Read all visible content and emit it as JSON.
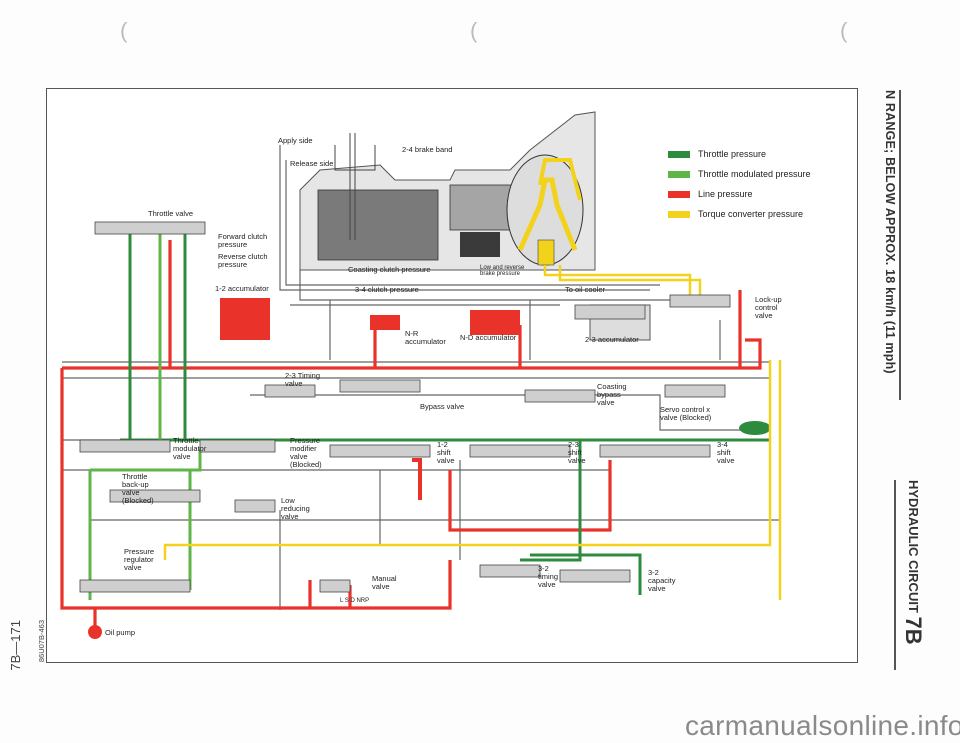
{
  "page": {
    "side_title": "N RANGE; BELOW APPROX. 18 km/h (11 mph)",
    "chapter_title": "HYDRAULIC CIRCUIT",
    "chapter_code": "7B",
    "page_number": "7B—171",
    "figure_id": "86U07B-463",
    "watermark": "carmanualsonline.info"
  },
  "legend": [
    {
      "label": "Throttle pressure",
      "color": "#2e8b3e"
    },
    {
      "label": "Throttle modulated pressure",
      "color": "#5fb548"
    },
    {
      "label": "Line pressure",
      "color": "#e8322a"
    },
    {
      "label": "Torque converter pressure",
      "color": "#f2d21b"
    }
  ],
  "colors": {
    "throttle": "#2e8b3e",
    "throttle_modulated": "#5fb548",
    "line": "#e8322a",
    "converter": "#f2d21b",
    "passage": "#666666",
    "housing": "#9a9a9a"
  },
  "labels": {
    "apply_side": "Apply side",
    "release_side": "Release side",
    "brake_band": "2-4 brake band",
    "throttle_valve": "Throttle valve",
    "forward_clutch": "Forward clutch\npressure",
    "reverse_clutch": "Reverse clutch\npressure",
    "accum_12": "1-2 accumulator",
    "coasting_clutch": "Coasting clutch pressure",
    "low_reverse": "Low and reverse\nbrake pressure",
    "clutch_34": "3-4 clutch pressure",
    "to_oil_cooler": "To oil cooler",
    "nr_accum": "N-R\naccumulator",
    "nd_accum": "N-D accumulator",
    "accum_23": "2-3 accumulator",
    "lockup": "Lock-up\ncontrol\nvalve",
    "timing_23": "2-3 Timing\nvalve",
    "bypass": "Bypass valve",
    "coasting_bypass": "Coasting\nbypass\nvalve",
    "servo_control": "Servo control x\nvalve (Blocked)",
    "throttle_mod": "Throttle\nmodulator\nvalve",
    "pressure_mod": "Pressure\nmodifier\nvalve\n(Blocked)",
    "shift_12": "1-2\nshift\nvalve",
    "shift_23": "2-3\nshift\nvalve",
    "shift_34": "3-4\nshift\nvalve",
    "throttle_backup": "Throttle\nback-up\nvalve\n(Blocked)",
    "low_reducing": "Low\nreducing\nvalve",
    "pressure_reg": "Pressure\nregulator\nvalve",
    "manual_valve": "Manual\nvalve",
    "manual_positions": "L S D  NRP",
    "timing_32": "3-2\ntiming\nvalve",
    "capacity_32": "3-2\ncapacity\nvalve",
    "oil_pump": "Oil pump"
  }
}
